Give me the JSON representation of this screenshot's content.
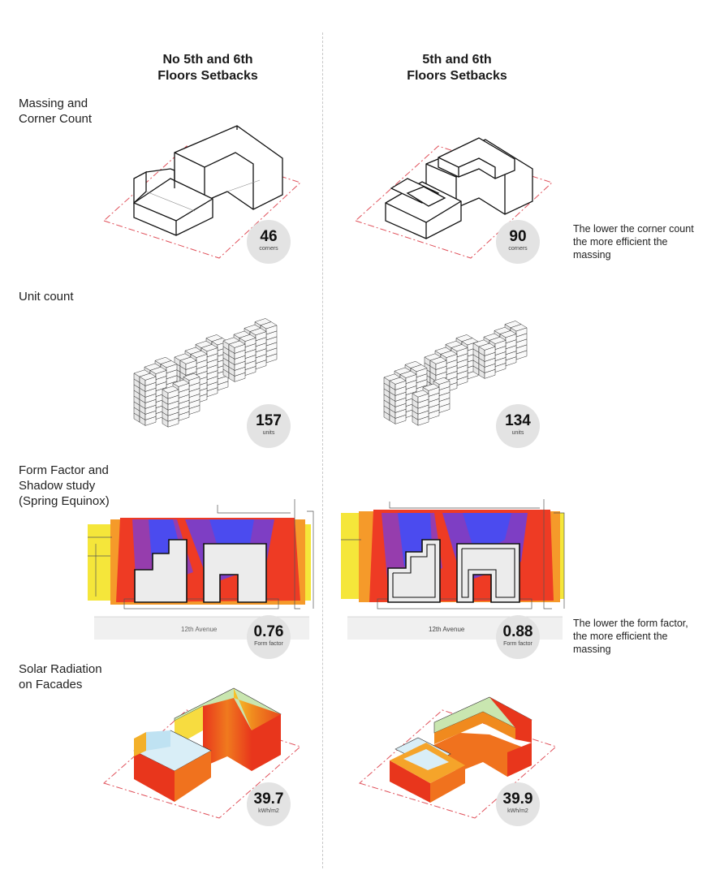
{
  "columns": [
    {
      "title_line1": "No 5th and 6th",
      "title_line2": "Floors Setbacks"
    },
    {
      "title_line1": "5th and 6th",
      "title_line2": "Floors Setbacks"
    }
  ],
  "rows": [
    {
      "label_lines": [
        "Massing and",
        "Corner Count"
      ],
      "metrics": [
        {
          "value": "46",
          "unit": "corners"
        },
        {
          "value": "90",
          "unit": "corners"
        }
      ],
      "note_lines": [
        "The lower the corner count",
        "the more efficient the",
        "massing"
      ]
    },
    {
      "label_lines": [
        "Unit count"
      ],
      "metrics": [
        {
          "value": "157",
          "unit": "units"
        },
        {
          "value": "134",
          "unit": "units"
        }
      ]
    },
    {
      "label_lines": [
        "Form Factor and",
        "Shadow study",
        "(Spring Equinox)"
      ],
      "metrics": [
        {
          "value": "0.76",
          "unit": "Form factor"
        },
        {
          "value": "0.88",
          "unit": "Form factor"
        }
      ],
      "street_label": "12th Avenue",
      "note_lines": [
        "The lower the form factor,",
        "the more efficient the",
        "massing"
      ]
    },
    {
      "label_lines": [
        "Solar Radiation",
        "on Facades"
      ],
      "metrics": [
        {
          "value": "39.7",
          "unit": "kWh/m2"
        },
        {
          "value": "39.9",
          "unit": "kWh/m2"
        }
      ]
    }
  ],
  "colors": {
    "shadow_yellow": "#f5e63a",
    "shadow_orange": "#f59a2a",
    "shadow_red": "#ee3b24",
    "shadow_blue": "#4b4bef",
    "radiation_red": "#e8361c",
    "radiation_green": "#c9e6b0",
    "badge_gray": "#e3e3e3",
    "lot_line_red": "#e0505a"
  }
}
